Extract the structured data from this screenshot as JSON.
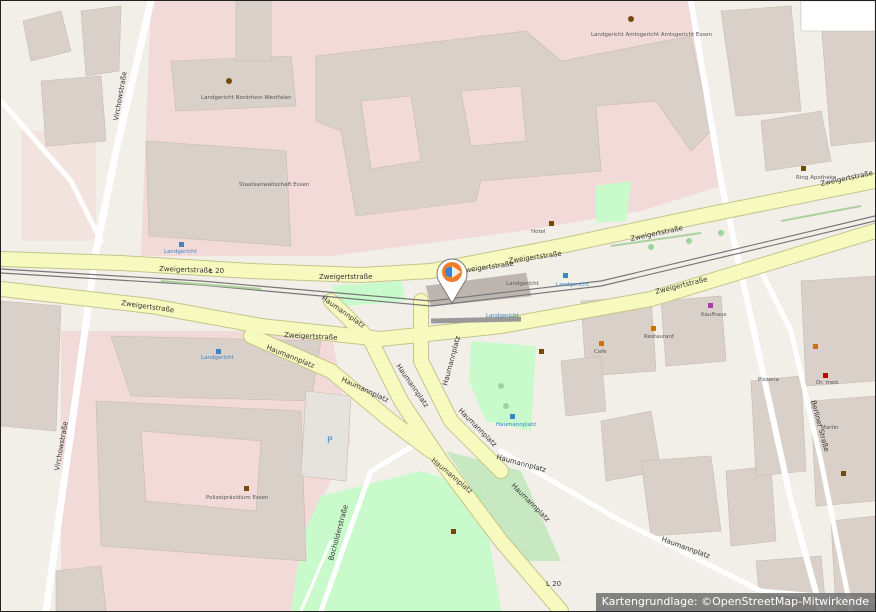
{
  "map": {
    "attribution": "Kartengrundlage: ©OpenStreetMap-Mitwirkende",
    "colors": {
      "background": "#f2efe9",
      "civic_area": "#f2dad9",
      "building": "#d9d0c9",
      "primary_road": "#f7fabf",
      "primary_casing": "#c4c48a",
      "park": "#c8facc",
      "green_strip": "#add19e",
      "railway": "#777777",
      "marker": "#f07d2a",
      "marker_inner": "#3a7fd5"
    },
    "marker_icon": "location-pin-icon",
    "streets": {
      "zweigert_1": "Zweigertstraße",
      "zweigert_2": "Zweigertstraße",
      "zweigert_3": "Zweigertstraße",
      "zweigert_4": "Zweigertstraße",
      "zweigert_5": "Zweigertstraße",
      "zweigert_6": "Zweigertstraße",
      "zweigert_7": "Zweigertstraße",
      "zweigert_8": "Zweigertstraße",
      "ref_l20_top": "L 20",
      "ref_l20_bottom": "L 20",
      "haumann_1": "Haumannplatz",
      "haumann_2": "Haumannplatz",
      "haumann_3": "Haumannplatz",
      "haumann_4": "Haumannplatz",
      "haumann_5": "Haumannplatz",
      "haumann_6": "Haumannplatz",
      "haumann_7": "Haumannplatz",
      "haumann_8": "Haumannplatz",
      "haumann_9": "Haumannplatz",
      "haumann_10": "Haumannplatz",
      "virchow_1": "Virchowstraße",
      "virchow_2": "Virchowstraße",
      "bocholder": "Bocholderstraße",
      "berliner": "Berliner Straße",
      "zweigert_right": "Zweigertstraße"
    },
    "pois": {
      "landgericht_top": "Landgericht Amtsgericht Amtsgericht Essen",
      "landgericht_nord": "Landgericht Nordrhein Westfalen",
      "staatsanwaltschaft": "Staatsanwaltschaft Essen",
      "landgericht_stop": "Landgericht",
      "landgericht_stop_2": "Landgericht",
      "landgericht_stop_3": "Landgericht",
      "landgericht_left": "Landgericht",
      "haumannplatz_stop": "Haumannplatz",
      "polizeipraesidium": "Polizeipräsidium Essen",
      "ring_apotheke": "Ring Apotheke",
      "cafe": "Cafe",
      "restaurant": "Restaurant",
      "pizzeria": "Pizzeria",
      "dr_med": "Dr. med.",
      "martin": "Martin",
      "kaufhaus": "Kaufhaus",
      "hotel": "Hotel"
    }
  }
}
